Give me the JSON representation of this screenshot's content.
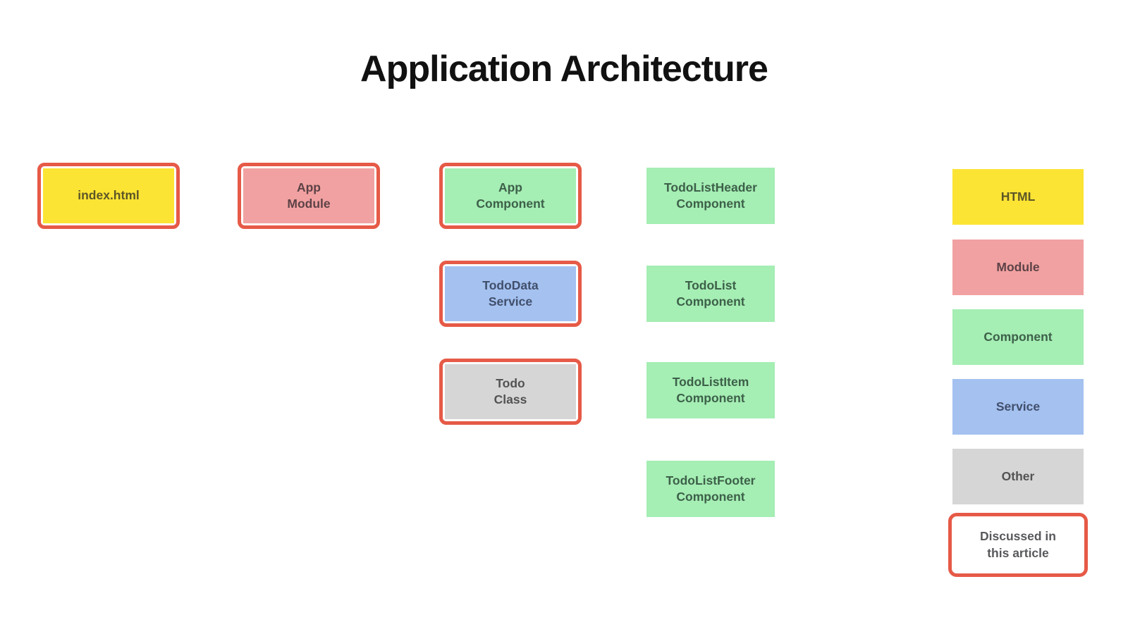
{
  "title": "Application Architecture",
  "colors": {
    "border": "#E65A47",
    "fills": {
      "html": "#FCE434",
      "module": "#F1A1A1",
      "component": "#A5EEB4",
      "service": "#A4C1F0",
      "other": "#D6D6D6",
      "discussed": "#FFFFFF"
    },
    "labels": {
      "html": "#5D5627",
      "module": "#5D4247",
      "component": "#3D6049",
      "service": "#414F6B",
      "other": "#535353",
      "discussed": "#58595C"
    }
  },
  "diagram": {
    "nodes": [
      {
        "label": "index.html",
        "type": "html",
        "discussed": true
      },
      {
        "label": "App\nModule",
        "type": "module",
        "discussed": true
      },
      {
        "label": "App\nComponent",
        "type": "component",
        "discussed": true
      },
      {
        "label": "TodoData\nService",
        "type": "service",
        "discussed": true
      },
      {
        "label": "Todo\nClass",
        "type": "other",
        "discussed": true
      },
      {
        "label": "TodoListHeader\nComponent",
        "type": "component",
        "discussed": false
      },
      {
        "label": "TodoList\nComponent",
        "type": "component",
        "discussed": false
      },
      {
        "label": "TodoListItem\nComponent",
        "type": "component",
        "discussed": false
      },
      {
        "label": "TodoListFooter\nComponent",
        "type": "component",
        "discussed": false
      }
    ],
    "legend": [
      {
        "label": "HTML",
        "type": "html"
      },
      {
        "label": "Module",
        "type": "module"
      },
      {
        "label": "Component",
        "type": "component"
      },
      {
        "label": "Service",
        "type": "service"
      },
      {
        "label": "Other",
        "type": "other"
      },
      {
        "label": "Discussed in\nthis article",
        "type": "discussed"
      }
    ]
  }
}
